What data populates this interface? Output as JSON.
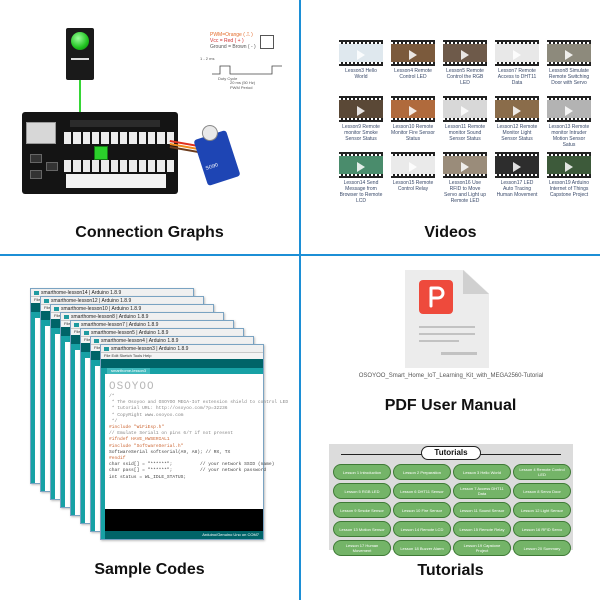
{
  "captions": {
    "connection": "Connection Graphs",
    "videos": "Videos",
    "codes": "Sample Codes",
    "pdf": "PDF User Manual",
    "tutorials": "Tutorials"
  },
  "connection_graph": {
    "schematic_lines": [
      "PWM=Orange ( ⎍ )",
      "Vcc = Red ( + )",
      "Ground = Brown ( - )"
    ],
    "pulse_labels": [
      "1 - 2 ms",
      "Duty Cycle",
      "20 ms (50 Hz)",
      "PWM Period"
    ],
    "servo_brand": "SG90"
  },
  "videos": [
    {
      "title": "Lesson3 Hello World",
      "color": "#dfe8ee"
    },
    {
      "title": "Lesson4 Remote Control LED",
      "color": "#7b5a3c"
    },
    {
      "title": "Lesson5 Remote Control the RGB LED",
      "color": "#6e5a4a"
    },
    {
      "title": "Lesson7 Remote Access to DHT11 Data",
      "color": "#e8e8e8"
    },
    {
      "title": "Lesson8 Simulate Remote Switching Door with Servo",
      "color": "#8d8a7c"
    },
    {
      "title": "Lesson9 Remote monitor Smoke Sensor Status",
      "color": "#5a4836"
    },
    {
      "title": "Lesson10 Remote Monitor Fire Sensor Status",
      "color": "#b06a3c"
    },
    {
      "title": "Lesson11 Remote monitor Sound Sensor Status",
      "color": "#d8d8d8"
    },
    {
      "title": "Lesson12 Remote Monitor Light Sensor Status",
      "color": "#8a6c4a"
    },
    {
      "title": "Lesson13 Remote monitor Intruder Motion Sensor Satus",
      "color": "#b3b3b3"
    },
    {
      "title": "Lesson14 Send Message from Browser to Remote LCD",
      "color": "#4a8c6c"
    },
    {
      "title": "Lesson15 Remote Control Relay",
      "color": "#eaeaea"
    },
    {
      "title": "Lesson16 Use RFID to Move Servo and Light up Remote LED",
      "color": "#9a8c7a"
    },
    {
      "title": "Lesson17 LED Auto Tracing Human Movement",
      "color": "#2d2d2d"
    },
    {
      "title": "Lesson19 Arduino Internet of Things Capstone Project",
      "color": "#3d5a3a"
    }
  ],
  "code_windows": [
    {
      "title": "smarthome-lesson14 | Arduino 1.8.9"
    },
    {
      "title": "smarthome-lesson12 | Arduino 1.8.9"
    },
    {
      "title": "smarthome-lesson10 | Arduino 1.8.9"
    },
    {
      "title": "smarthome-lesson8 | Arduino 1.8.9"
    },
    {
      "title": "smarthome-lesson7 | Arduino 1.8.9"
    },
    {
      "title": "smarthome-lesson5 | Arduino 1.8.9"
    },
    {
      "title": "smarthome-lesson4 | Arduino 1.8.9"
    },
    {
      "title": "smarthome-lesson3 | Arduino 1.8.9"
    }
  ],
  "front_window": {
    "menu": "File  Edit  Sketch  Tools  Help",
    "tab": "smarthome-lesson3",
    "status": "Arduino/Genuino Uno on COM7",
    "code_lines": [
      "/*",
      " * The Osoyoo and OSOYOO MEGA-IoT extension shield to control LED",
      " * tutorial URL: http://osoyoo.com/?p=32236",
      " * CopyRight www.osoyoo.com",
      " */",
      "#include \"WiFiEsp.h\"",
      "",
      "// Emulate Serial1 on pins 6/7 if not present",
      "#ifndef HAVE_HWSERIAL1",
      "#include \"SoftwareSerial.h\"",
      "SoftwareSerial softserial(A9, A8); // RX, TX",
      "#endif",
      "",
      "char ssid[] = \"******\";          // your network SSID (name)",
      "char pass[] = \"******\";          // your network password",
      "int status = WL_IDLE_STATUS;"
    ]
  },
  "pdf": {
    "filename": "OSOYOO_Smart_Home_IoT_Learning_Kit_with_MEGA2560-Tutorial"
  },
  "tutorials": {
    "badge": "Tutorials",
    "items": [
      "Lesson 1 Introduction",
      "Lesson 2 Preparation",
      "Lesson 3 Hello World",
      "Lesson 4 Remote Control LED",
      "Lesson 5 RGB LED",
      "Lesson 6 DHT11 Sensor",
      "Lesson 7 Access DHT11 Data",
      "Lesson 8 Servo Door",
      "Lesson 9 Smoke Sensor",
      "Lesson 10 Fire Sensor",
      "Lesson 11 Sound Sensor",
      "Lesson 12 Light Sensor",
      "Lesson 13 Motion Sensor",
      "Lesson 14 Remote LCD",
      "Lesson 15 Remote Relay",
      "Lesson 16 RFID Servo",
      "Lesson 17 Human Movement",
      "Lesson 18 Buzzer Alarm",
      "Lesson 19 Capstone Project",
      "Lesson 20 Summary"
    ]
  },
  "colors": {
    "divider": "#1c8fd6",
    "arduino_teal": "#006468",
    "pdf_red": "#ee4a3c",
    "tutorial_green": "#74b468"
  }
}
